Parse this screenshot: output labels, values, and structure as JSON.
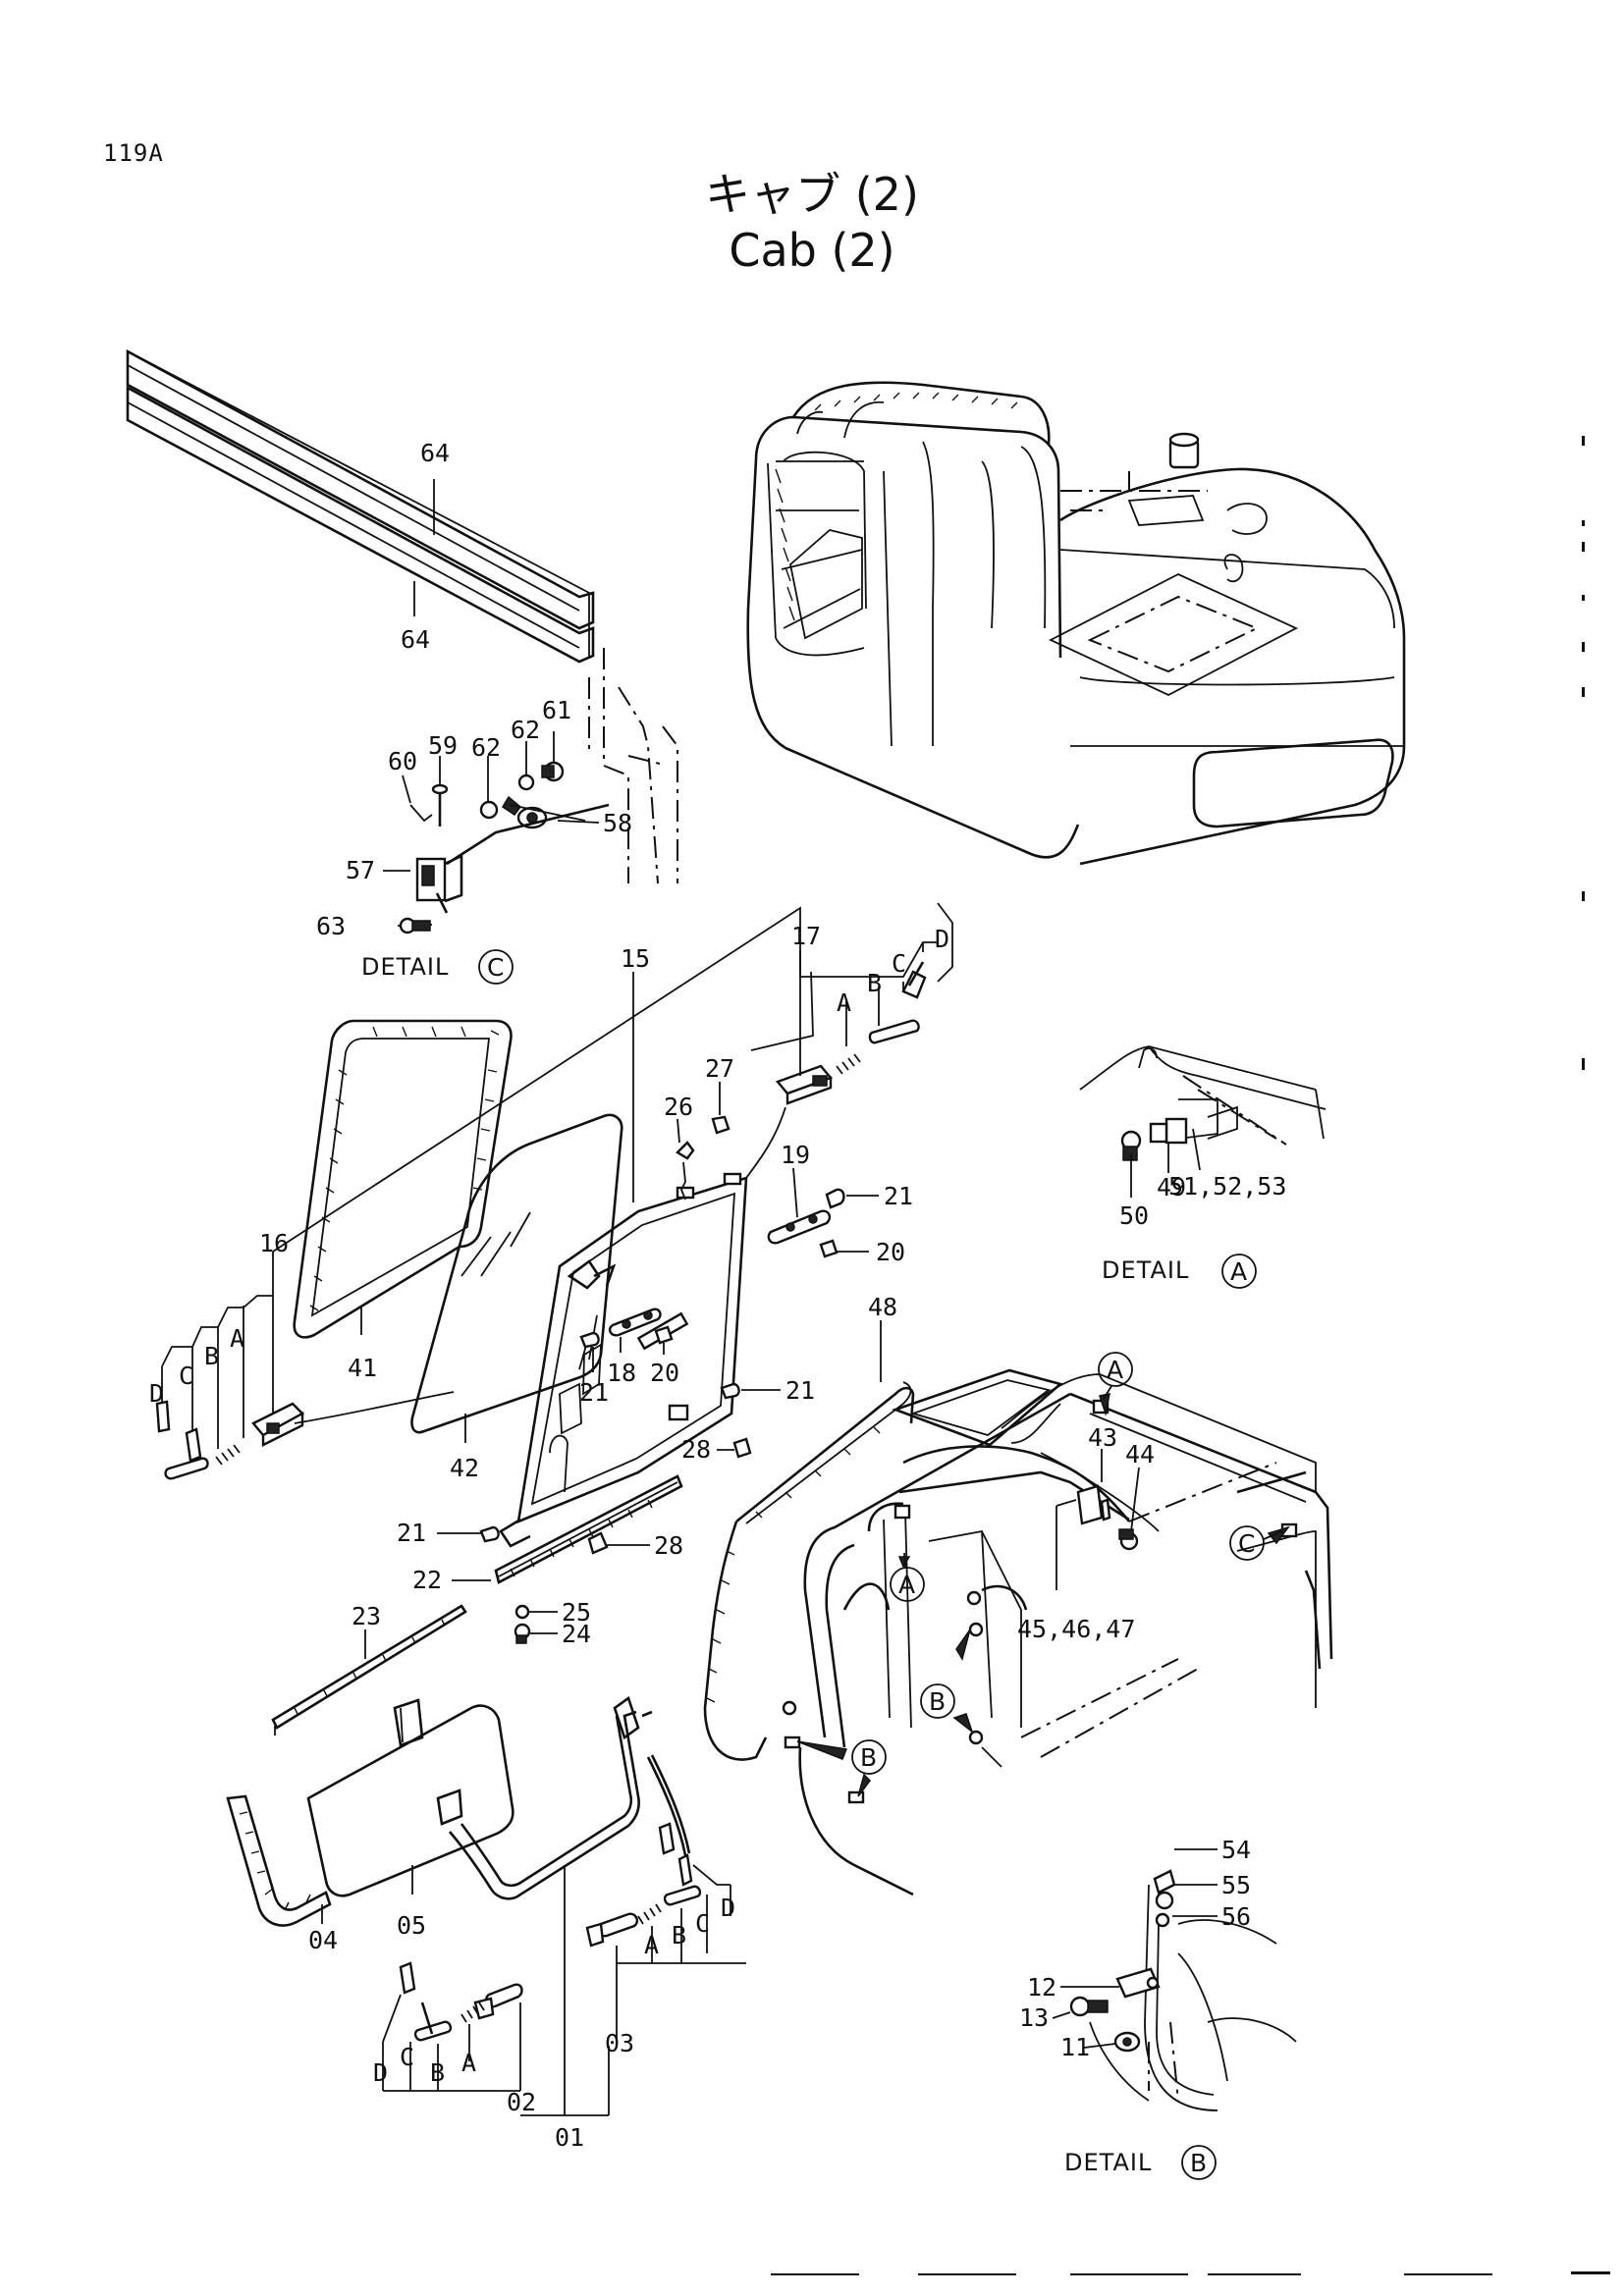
{
  "page_code": "119A",
  "title_jp": "キャブ (2)",
  "title_en": "Cab (2)",
  "details": {
    "c": {
      "label": "DETAIL",
      "letter": "C"
    },
    "a": {
      "label": "DETAIL",
      "letter": "A"
    },
    "b": {
      "label": "DETAIL",
      "letter": "B"
    }
  },
  "callouts": {
    "p64a": "64",
    "p64b": "64",
    "p59": "59",
    "p60": "60",
    "p62a": "62",
    "p62b": "62",
    "p61": "61",
    "p58": "58",
    "p57": "57",
    "p63": "63",
    "p15": "15",
    "p17": "17",
    "p26": "26",
    "p27": "27",
    "p19": "19",
    "p21a": "21",
    "p20a": "20",
    "p21b": "21",
    "p18": "18",
    "p20b": "20",
    "p21c": "21",
    "p21d": "21",
    "p16": "16",
    "p41": "41",
    "p42": "42",
    "p28a": "28",
    "p28b": "28",
    "p48": "48",
    "p22": "22",
    "p23": "23",
    "p25": "25",
    "p24": "24",
    "p43": "43",
    "p44": "44",
    "p45_47": "45,46,47",
    "p49": "49",
    "p50": "50",
    "p51_53": "51,52,53",
    "p04": "04",
    "p05": "05",
    "p02": "02",
    "p03": "03",
    "p01": "01",
    "p54": "54",
    "p55": "55",
    "p56": "56",
    "p12": "12",
    "p13": "13",
    "p11": "11"
  },
  "letters": {
    "top": [
      "A",
      "B",
      "C",
      "D"
    ],
    "left": [
      "D",
      "C",
      "B",
      "A"
    ],
    "bottom_right": [
      "A",
      "B",
      "C",
      "D"
    ],
    "bottom_left": [
      "D",
      "C",
      "B",
      "A"
    ]
  },
  "circle_refs": {
    "a1": "A",
    "a2": "A",
    "b1": "B",
    "b2": "B",
    "c1": "C"
  }
}
